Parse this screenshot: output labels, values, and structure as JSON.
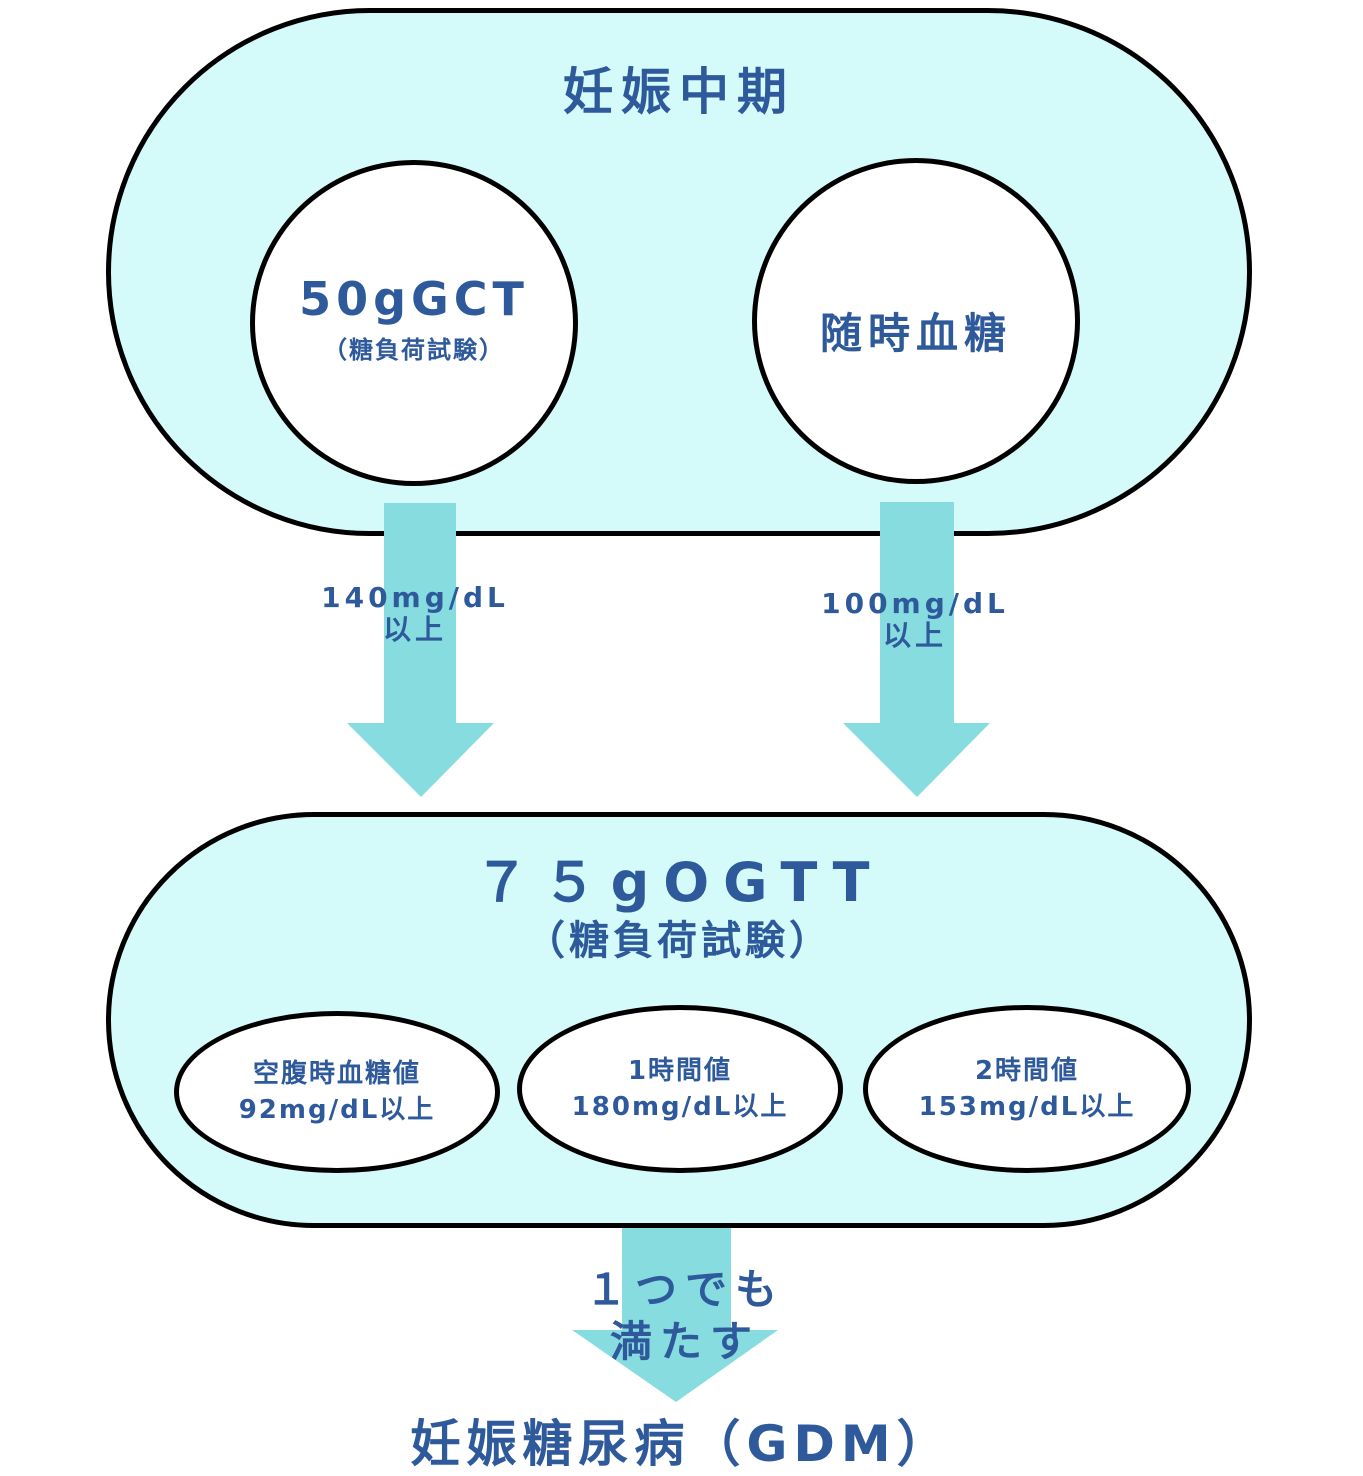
{
  "stage": {
    "title": "妊娠中期",
    "tests": [
      {
        "name": "50gGCT",
        "sub": "（糖負荷試験）"
      },
      {
        "name": "随時血糖"
      }
    ]
  },
  "arrows": [
    {
      "line1": "140mg/dL",
      "line2": "以上"
    },
    {
      "line1": "100mg/dL",
      "line2": "以上"
    }
  ],
  "ogtt": {
    "title": "７５gOGTT",
    "sub": "（糖負荷試験）",
    "criteria": [
      {
        "line1": "空腹時血糖値",
        "line2": "92mg/dL以上"
      },
      {
        "line1": "1時間値",
        "line2": "180mg/dL以上"
      },
      {
        "line1": "2時間値",
        "line2": "153mg/dL以上"
      }
    ]
  },
  "final_arrow": {
    "line1": "１つでも",
    "line2": "満たす"
  },
  "result": "妊娠糖尿病（GDM）",
  "colors": {
    "panel_fill": "#d4fafa",
    "arrow_fill": "#86dcde",
    "text": "#2e5a9c",
    "outline": "#000000"
  }
}
